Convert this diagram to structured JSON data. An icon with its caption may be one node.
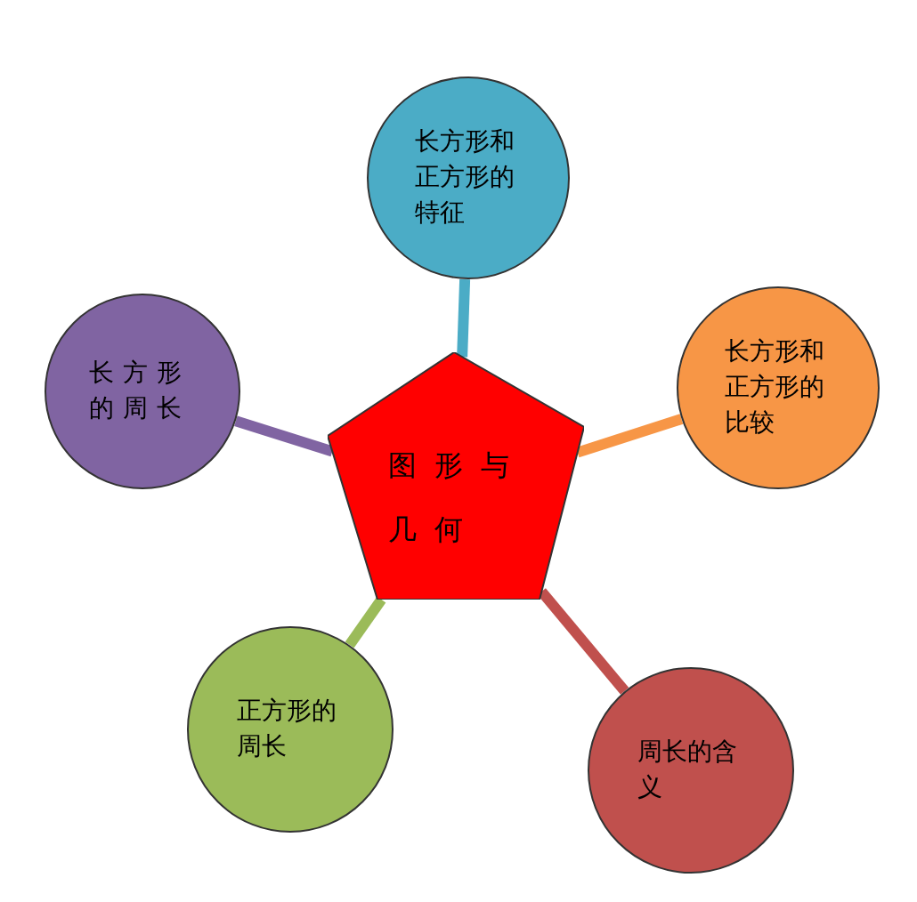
{
  "diagram": {
    "nodes": [
      {
        "text": [
          "图形与几何"
        ]
      },
      {
        "text": [
          "长方形和正方形的特征"
        ]
      },
      {
        "text": [
          "长方形和正方形的比较"
        ]
      },
      {
        "text": [
          "周长的含义"
        ]
      },
      {
        "text": [
          "正方形的周长"
        ]
      },
      {
        "text": [
          "长方形的周长"
        ]
      }
    ],
    "edges": [
      {
        "from": 0,
        "to": 1,
        "arrow": "none",
        "color": "#4bacc6"
      },
      {
        "from": 0,
        "to": 2,
        "arrow": "none",
        "color": "#f79646"
      },
      {
        "from": 0,
        "to": 3,
        "arrow": "none",
        "color": "#c0504d"
      },
      {
        "from": 0,
        "to": 4,
        "arrow": "none",
        "color": "#9bbb59"
      },
      {
        "from": 0,
        "to": 5,
        "arrow": "none",
        "color": "#8064a2"
      }
    ]
  }
}
